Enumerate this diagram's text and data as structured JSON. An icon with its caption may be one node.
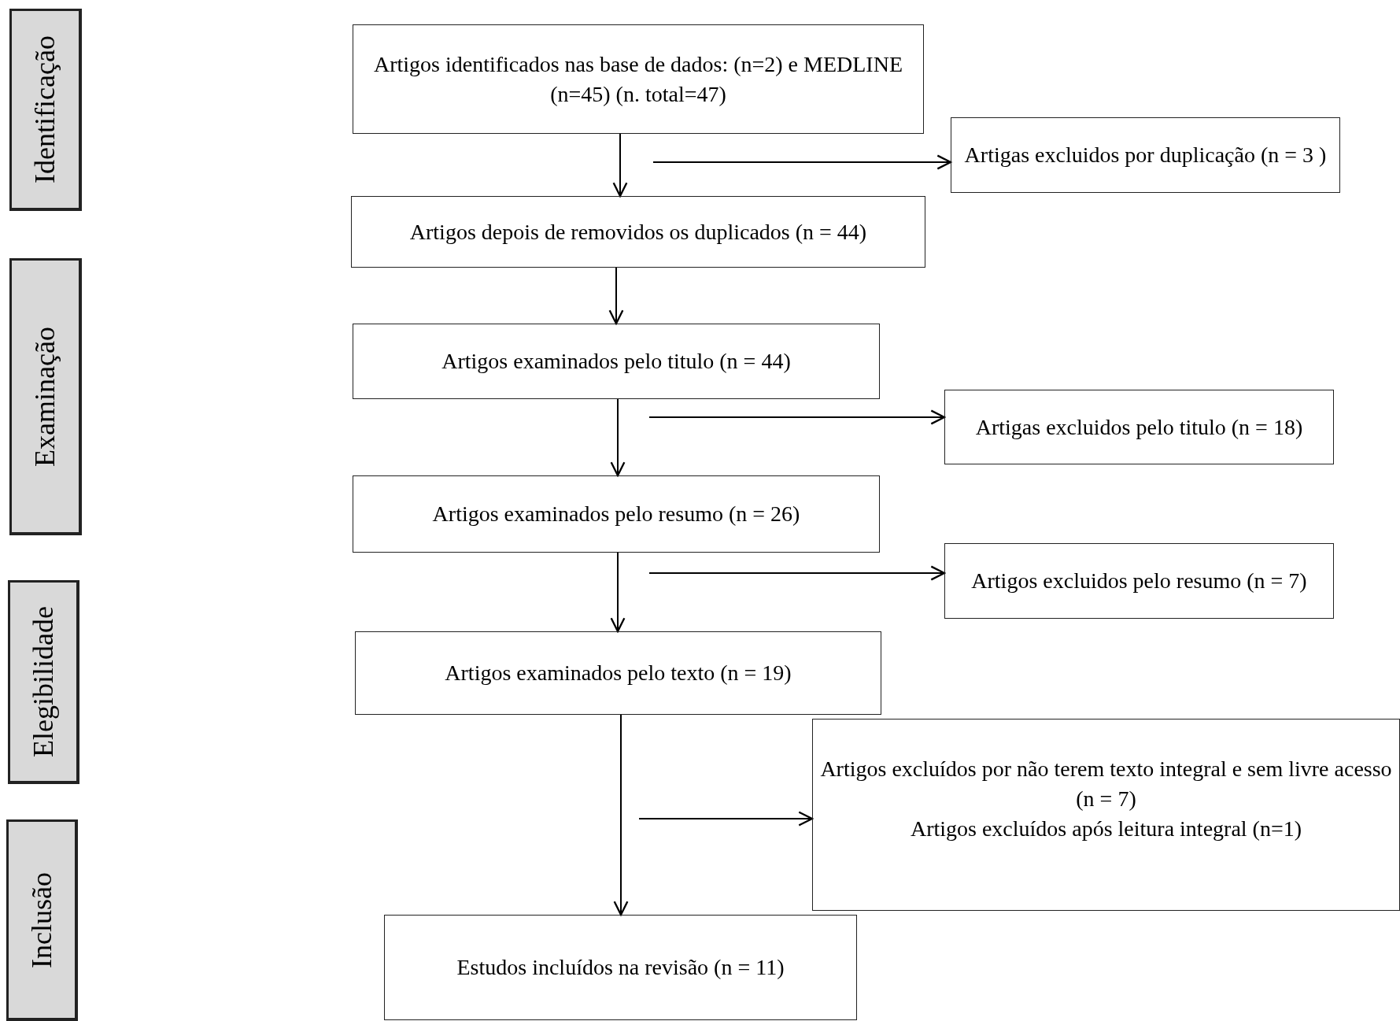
{
  "diagram": {
    "nodes": [
      {
        "text": [
          "Identificação"
        ]
      },
      {
        "text": [
          "Examinação"
        ]
      },
      {
        "text": [
          "Elegibilidade"
        ]
      },
      {
        "text": [
          "Inclusão"
        ]
      },
      {
        "text": [
          "Artigos identificados nas base de dados: (n=2) e MEDLINE (n=45) (n. total=47)"
        ]
      },
      {
        "text": [
          "Artigas excluidos por duplicação (n = 3 )"
        ]
      },
      {
        "text": [
          "Artigos depois de removidos os duplicados (n = 44)"
        ]
      },
      {
        "text": [
          "Artigos examinados pelo titulo (n = 44)"
        ]
      },
      {
        "text": [
          "Artigas excluidos pelo titulo (n = 18)"
        ]
      },
      {
        "text": [
          "Artigos examinados pelo resumo (n = 26)"
        ]
      },
      {
        "text": [
          "Artigos excluidos pelo resumo (n = 7)"
        ]
      },
      {
        "text": [
          "Artigos examinados pelo texto (n = 19)"
        ]
      },
      {
        "text": [
          "Artigos excluídos por não terem texto integral e sem livre acesso (n = 7)",
          "Artigos excluídos após leitura integral (n=1)"
        ]
      },
      {
        "text": [
          "Estudos incluídos na revisão (n = 11)"
        ]
      }
    ],
    "edges": [
      {
        "from": 4,
        "to": 6,
        "arrow": "to"
      },
      {
        "from": null,
        "to": 5,
        "arrow": "to"
      },
      {
        "from": 6,
        "to": 7,
        "arrow": "to"
      },
      {
        "from": 7,
        "to": 9,
        "arrow": "to"
      },
      {
        "from": null,
        "to": 8,
        "arrow": "to"
      },
      {
        "from": 9,
        "to": 11,
        "arrow": "to"
      },
      {
        "from": null,
        "to": 10,
        "arrow": "to"
      },
      {
        "from": 11,
        "to": 13,
        "arrow": "to"
      },
      {
        "from": null,
        "to": 12,
        "arrow": "to"
      }
    ]
  }
}
